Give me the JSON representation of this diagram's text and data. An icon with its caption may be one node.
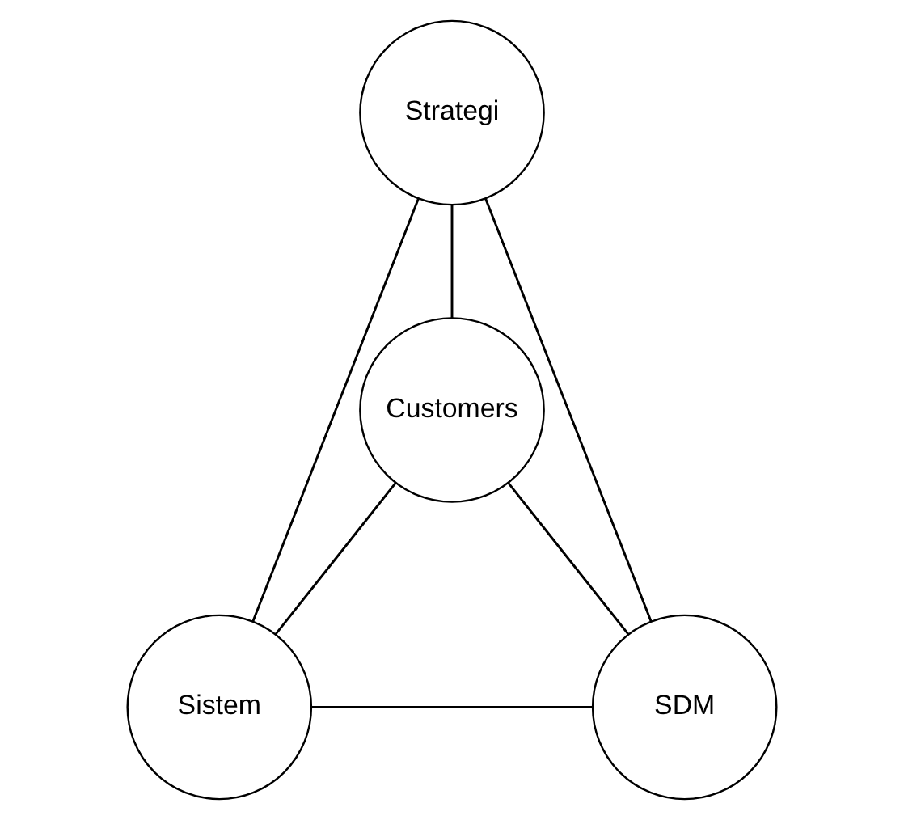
{
  "diagram": {
    "nodes": [
      {
        "text": [
          "Strategi"
        ]
      },
      {
        "text": [
          "Customers"
        ]
      },
      {
        "text": [
          "Sistem"
        ]
      },
      {
        "text": [
          "SDM"
        ]
      }
    ],
    "edges": [
      {
        "from": 0,
        "to": 1,
        "arrow": "none"
      },
      {
        "from": 0,
        "to": 2,
        "arrow": "none"
      },
      {
        "from": 0,
        "to": 3,
        "arrow": "none"
      },
      {
        "from": 1,
        "to": 2,
        "arrow": "none"
      },
      {
        "from": 1,
        "to": 3,
        "arrow": "none"
      },
      {
        "from": 2,
        "to": 3,
        "arrow": "none"
      }
    ]
  }
}
